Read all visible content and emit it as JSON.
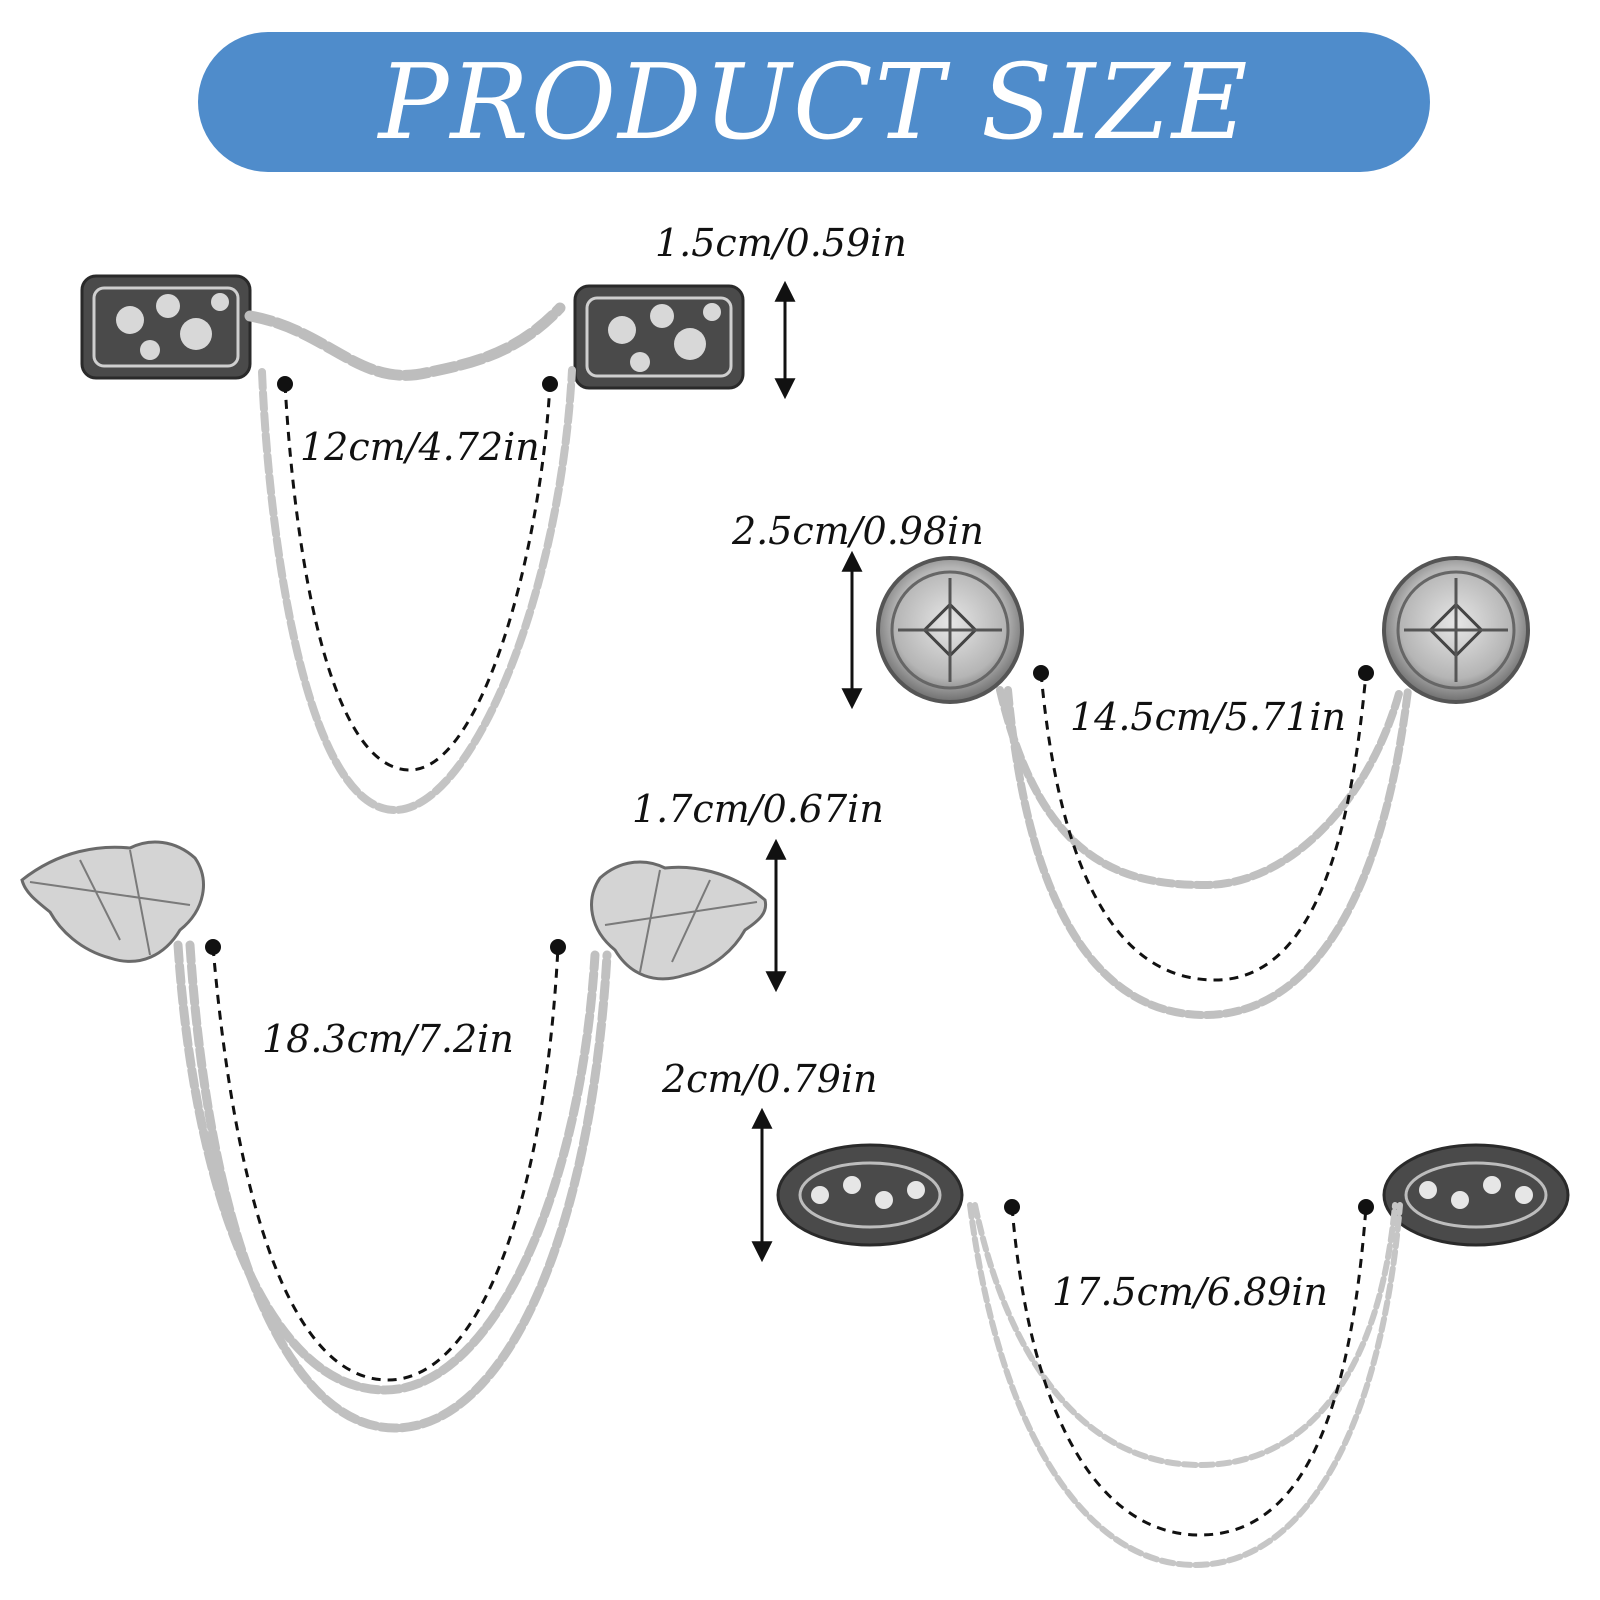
{
  "title": "PRODUCT SIZE",
  "colors": {
    "banner": "#4f8ccb",
    "banner_text": "#ffffff",
    "metal_light": "#dcdcdc",
    "metal_dark": "#3a3a3a",
    "ink": "#111111"
  },
  "products": [
    {
      "name": "floral-clip-chain",
      "height_label": "1.5cm/0.59in",
      "length_label": "12cm/4.72in"
    },
    {
      "name": "round-medallion-chain",
      "height_label": "2.5cm/0.98in",
      "length_label": "14.5cm/5.71in"
    },
    {
      "name": "leaf-clip-chain",
      "height_label": "1.7cm/0.67in",
      "length_label": "18.3cm/7.2in"
    },
    {
      "name": "rhinestone-scroll-chain",
      "height_label": "2cm/0.79in",
      "length_label": "17.5cm/6.89in"
    }
  ]
}
